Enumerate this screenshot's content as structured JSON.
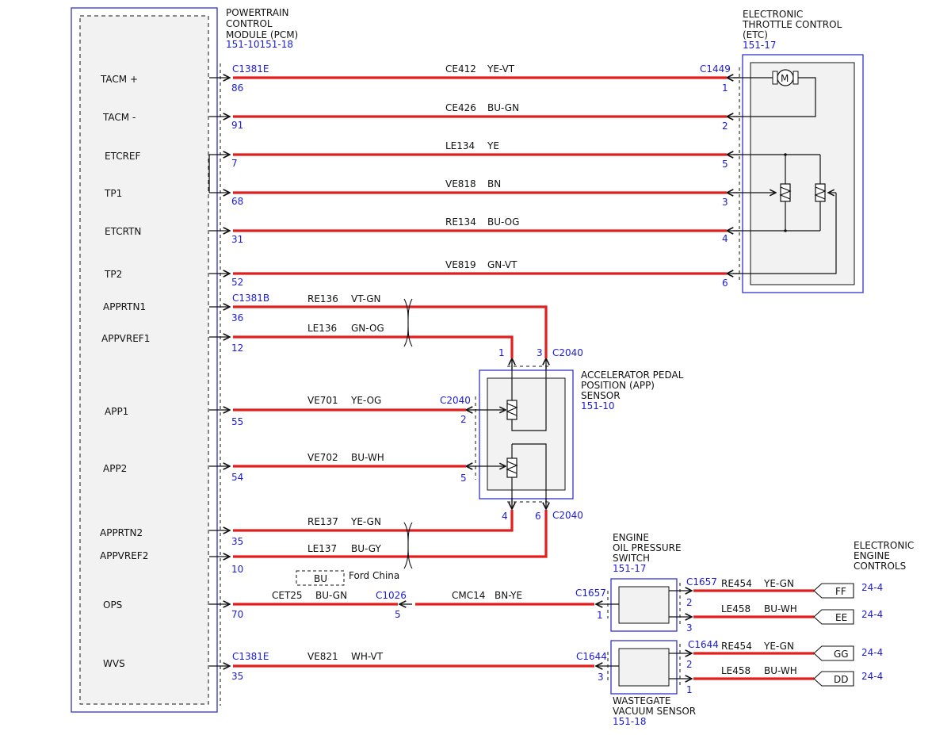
{
  "pcm": {
    "title_lines": [
      "POWERTRAIN",
      "CONTROL",
      "MODULE (PCM)"
    ],
    "ref": "151-10151-18",
    "signals": [
      "TACM +",
      "TACM -",
      "ETCREF",
      "TP1",
      "ETCRTN",
      "TP2",
      "APPRTN1",
      "APPVREF1",
      "APP1",
      "APP2",
      "APPRTN2",
      "APPVREF2",
      "OPS",
      "WVS"
    ]
  },
  "etc": {
    "title_lines": [
      "ELECTRONIC",
      "THROTTLE CONTROL",
      "(ETC)"
    ],
    "ref": "151-17",
    "motor_symbol": "M"
  },
  "app": {
    "title_lines": [
      "ACCELERATOR PEDAL",
      "POSITION (APP)",
      "SENSOR"
    ],
    "ref": "151-10"
  },
  "oil": {
    "title_lines": [
      "ENGINE",
      "OIL PRESSURE",
      "SWITCH"
    ],
    "ref": "151-17"
  },
  "wvs": {
    "title_lines": [
      "WASTEGATE",
      "VACUUM SENSOR"
    ],
    "ref": "151-18"
  },
  "eec": {
    "title_lines": [
      "ELECTRONIC",
      "ENGINE",
      "CONTROLS"
    ]
  },
  "connectors": {
    "pcm_e": "C1381E",
    "pcm_b": "C1381B",
    "pcm_e2": "C1381E",
    "etc": "C1449",
    "app_top": "C2040",
    "app_left": "C2040",
    "app_bottom": "C2040",
    "inline": "C1026",
    "oil_in": "C1657",
    "oil_out": "C1657",
    "wvs_in": "C1644",
    "wvs_out": "C1644"
  },
  "wires": [
    {
      "circuit": "CE412",
      "color": "YE-VT",
      "pcm_pin": "86",
      "far_pin": "1"
    },
    {
      "circuit": "CE426",
      "color": "BU-GN",
      "pcm_pin": "91",
      "far_pin": "2"
    },
    {
      "circuit": "LE134",
      "color": "YE",
      "pcm_pin": "7",
      "far_pin": "5"
    },
    {
      "circuit": "VE818",
      "color": "BN",
      "pcm_pin": "68",
      "far_pin": "3"
    },
    {
      "circuit": "RE134",
      "color": "BU-OG",
      "pcm_pin": "31",
      "far_pin": "4"
    },
    {
      "circuit": "VE819",
      "color": "GN-VT",
      "pcm_pin": "52",
      "far_pin": "6"
    },
    {
      "circuit": "RE136",
      "color": "VT-GN",
      "pcm_pin": "36",
      "far_pin": "3"
    },
    {
      "circuit": "LE136",
      "color": "GN-OG",
      "pcm_pin": "12",
      "far_pin": "1"
    },
    {
      "circuit": "VE701",
      "color": "YE-OG",
      "pcm_pin": "55",
      "far_pin": "2"
    },
    {
      "circuit": "VE702",
      "color": "BU-WH",
      "pcm_pin": "54",
      "far_pin": "5"
    },
    {
      "circuit": "RE137",
      "color": "YE-GN",
      "pcm_pin": "35",
      "far_pin": "4"
    },
    {
      "circuit": "LE137",
      "color": "BU-GY",
      "pcm_pin": "10",
      "far_pin": "6"
    },
    {
      "circuit": "CET25",
      "color": "BU-GN",
      "pcm_pin": "70",
      "far_pin": "5"
    },
    {
      "circuit": "CMC14",
      "color": "BN-YE",
      "pcm_pin": "5",
      "far_pin": "1"
    },
    {
      "circuit": "VE821",
      "color": "WH-VT",
      "pcm_pin": "35",
      "far_pin": "3"
    }
  ],
  "option": {
    "label": "BU",
    "market": "Ford China"
  },
  "outputs": [
    {
      "circuit": "RE454",
      "color": "YE-GN",
      "pin": "2",
      "tag": "FF",
      "ref": "24-4"
    },
    {
      "circuit": "LE458",
      "color": "BU-WH",
      "pin": "3",
      "tag": "EE",
      "ref": "24-4"
    },
    {
      "circuit": "RE454",
      "color": "YE-GN",
      "pin": "2",
      "tag": "GG",
      "ref": "24-4"
    },
    {
      "circuit": "LE458",
      "color": "BU-WH",
      "pin": "1",
      "tag": "DD",
      "ref": "24-4"
    }
  ],
  "colors": {
    "wire": "#e41d1d",
    "border": "#3333cc",
    "label_blue": "#1a1adc",
    "fill": "#f2f2f2"
  }
}
